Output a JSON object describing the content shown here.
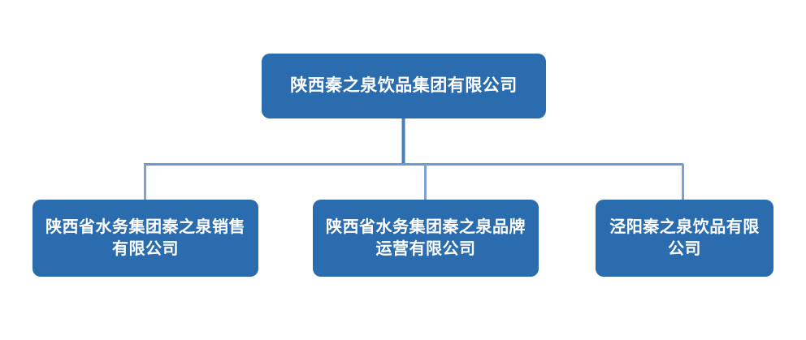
{
  "chart_data": {
    "type": "diagram",
    "diagram_type": "organization-chart",
    "title": "",
    "orientation": "top-down",
    "levels": 2,
    "nodes": [
      {
        "id": "root",
        "label": "陕西秦之泉饮品集团有限公司",
        "level": 0,
        "parent": null,
        "fill": "#2B6CAF",
        "text_color": "#FFFFFF"
      },
      {
        "id": "child-0",
        "label": "陕西省水务集团秦之泉销售有限公司",
        "level": 1,
        "parent": "root",
        "fill": "#2B6CAF",
        "text_color": "#FFFFFF"
      },
      {
        "id": "child-1",
        "label": "陕西省水务集团秦之泉品牌运营有限公司",
        "level": 1,
        "parent": "root",
        "fill": "#2B6CAF",
        "text_color": "#FFFFFF"
      },
      {
        "id": "child-2",
        "label": "泾阳秦之泉饮品有限公司",
        "level": 1,
        "parent": "root",
        "fill": "#2B6CAF",
        "text_color": "#FFFFFF"
      }
    ],
    "edges": [
      {
        "from": "root",
        "to": "child-0"
      },
      {
        "from": "root",
        "to": "child-1"
      },
      {
        "from": "root",
        "to": "child-2"
      }
    ]
  },
  "diagram": {
    "background": "#FFFFFF",
    "node_fill": "#2B6CAF",
    "trunk_color": "#4A7EBB",
    "bus_color": "#6C9BD2",
    "drop_color": "#7FA3D0",
    "root": {
      "label": "陕西秦之泉饮品集团有限公司"
    },
    "children": [
      {
        "label": "陕西省水务集团秦之泉销售有限公司"
      },
      {
        "label": "陕西省水务集团秦之泉品牌运营有限公司"
      },
      {
        "label": "泾阳秦之泉饮品有限公司"
      }
    ]
  }
}
